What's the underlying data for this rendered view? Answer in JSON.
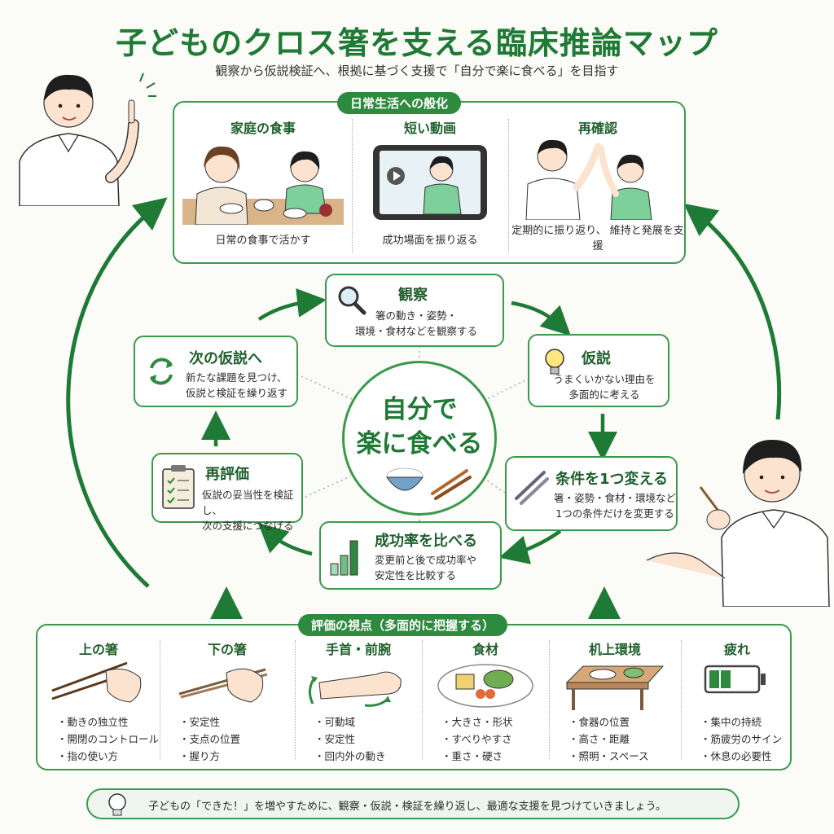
{
  "header": {
    "title": "子どものクロス箸を支える臨床推論マップ",
    "subtitle": "観察から仮説検証へ、根拠に基づく支援で「自分で楽に食べる」を目指す"
  },
  "generalization": {
    "tag": "日常生活への般化",
    "columns": [
      {
        "title": "家庭の食事",
        "caption": "日常の食事で活かす"
      },
      {
        "title": "短い動画",
        "caption": "成功場面を振り返る"
      },
      {
        "title": "再確認",
        "caption": "定期的に振り返り、\n維持と発展を支援"
      }
    ]
  },
  "cycle": {
    "center": "自分で\n楽に食べる",
    "observe": {
      "title": "観察",
      "text": "箸の動き・姿勢・\n環境・食材などを観察する"
    },
    "hypothesis": {
      "title": "仮説",
      "text": "うまくいかない理由を\n多面的に考える"
    },
    "change": {
      "title": "条件を1つ変える",
      "text": "箸・姿勢・食材・環境など\n1つの条件だけを変更する"
    },
    "compare": {
      "title": "成功率を比べる",
      "text": "変更前と後で成功率や\n安定性を比較する"
    },
    "reevaluate": {
      "title": "再評価",
      "text": "仮説の妥当性を検証し、\n次の支援につなげる"
    },
    "next": {
      "title": "次の仮説へ",
      "text": "新たな課題を見つけ、\n仮説と検証を繰り返す"
    }
  },
  "evaluation": {
    "tag": "評価の視点（多面的に把握する）",
    "columns": [
      {
        "title": "上の箸",
        "items": [
          "動きの独立性",
          "開閉のコントロール",
          "指の使い方"
        ]
      },
      {
        "title": "下の箸",
        "items": [
          "安定性",
          "支点の位置",
          "握り方"
        ]
      },
      {
        "title": "手首・前腕",
        "items": [
          "可動域",
          "安定性",
          "回内外の動き"
        ]
      },
      {
        "title": "食材",
        "items": [
          "大きさ・形状",
          "すべりやすさ",
          "重さ・硬さ"
        ]
      },
      {
        "title": "机上環境",
        "items": [
          "食器の位置",
          "高さ・距離",
          "照明・スペース"
        ]
      },
      {
        "title": "疲れ",
        "items": [
          "集中の持続",
          "筋疲労のサイン",
          "休息の必要性"
        ]
      }
    ]
  },
  "footer": {
    "text": "子どもの「できた！」を増やすために、観察・仮説・検証を繰り返し、最適な支援を見つけていきましょう。"
  },
  "colors": {
    "accent": "#2e8a3e",
    "title": "#1f7a35",
    "border": "#3b9a4a"
  }
}
